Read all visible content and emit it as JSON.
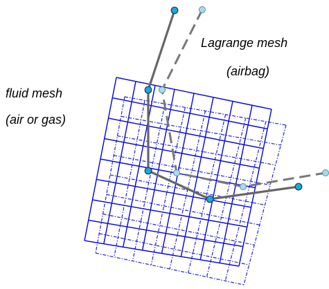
{
  "labels": {
    "lagrange_line1": "Lagrange mesh",
    "lagrange_line2": "(airbag)",
    "fluid_line1": "fluid mesh",
    "fluid_line2": "(air or gas)"
  },
  "colors": {
    "background": "#ffffff",
    "fluid_mesh_solid": "#1010d8",
    "fluid_mesh_dashed": "#2020e0",
    "lagrange_solid": "#666666",
    "lagrange_dashed": "#777777",
    "node_solid_fill": "#1aa8dd",
    "node_dashed_fill": "#a8dde8",
    "node_stroke": "#1a3a5a",
    "text": "#000000"
  }
}
